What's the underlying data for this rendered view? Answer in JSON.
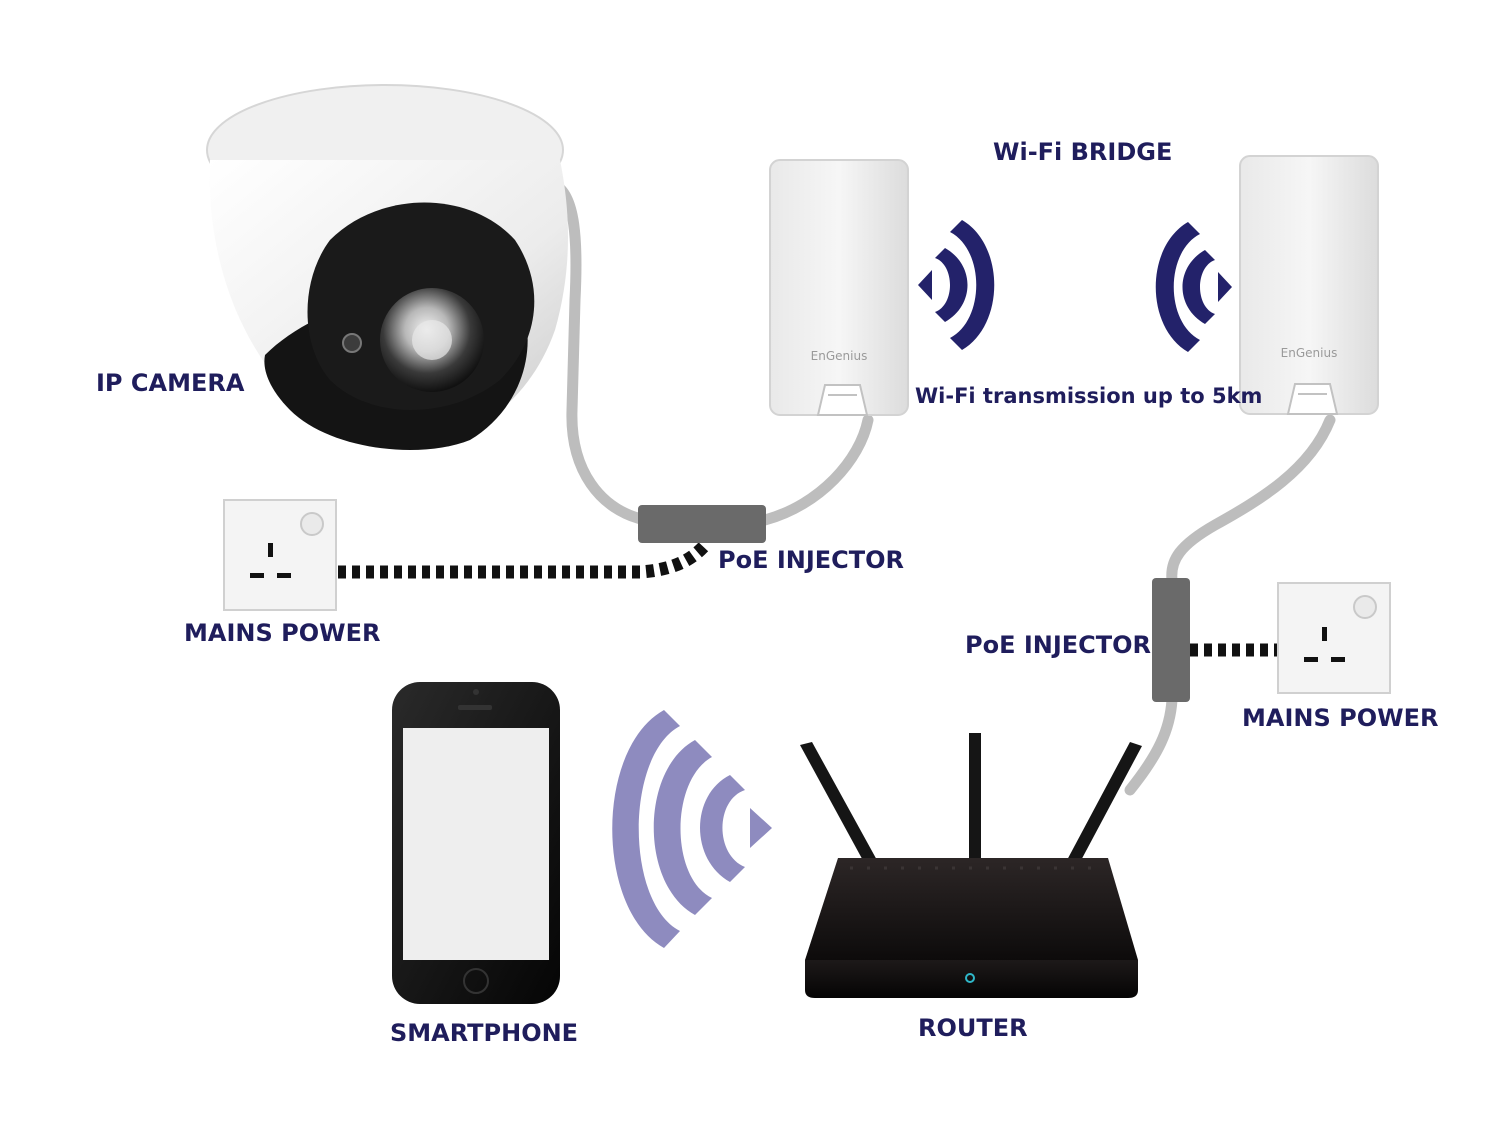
{
  "labels": {
    "ip_camera": "IP CAMERA",
    "wifi_bridge": "Wi-Fi BRIDGE",
    "wifi_transmission": "Wi-Fi transmission up to 5km",
    "poe_injector_left": "PoE INJECTOR",
    "poe_injector_right": "PoE INJECTOR",
    "mains_power_left": "MAINS POWER",
    "mains_power_right": "MAINS POWER",
    "smartphone": "SMARTPHONE",
    "router": "ROUTER"
  },
  "device_branding": {
    "bridge_left": "EnGenius",
    "bridge_right": "EnGenius"
  },
  "colors": {
    "label_text": "#1f1d5c",
    "bridge_wifi_waves": "#23226a",
    "phone_wifi_waves": "#8e8bbf",
    "cable": "#bdbdbd",
    "injector": "#6a6a6a",
    "power_line": "#111111"
  },
  "icons": [
    "ip-camera-icon",
    "wifi-bridge-icon",
    "wifi-waves-icon",
    "poe-injector-icon",
    "power-socket-icon",
    "smartphone-icon",
    "router-icon"
  ]
}
